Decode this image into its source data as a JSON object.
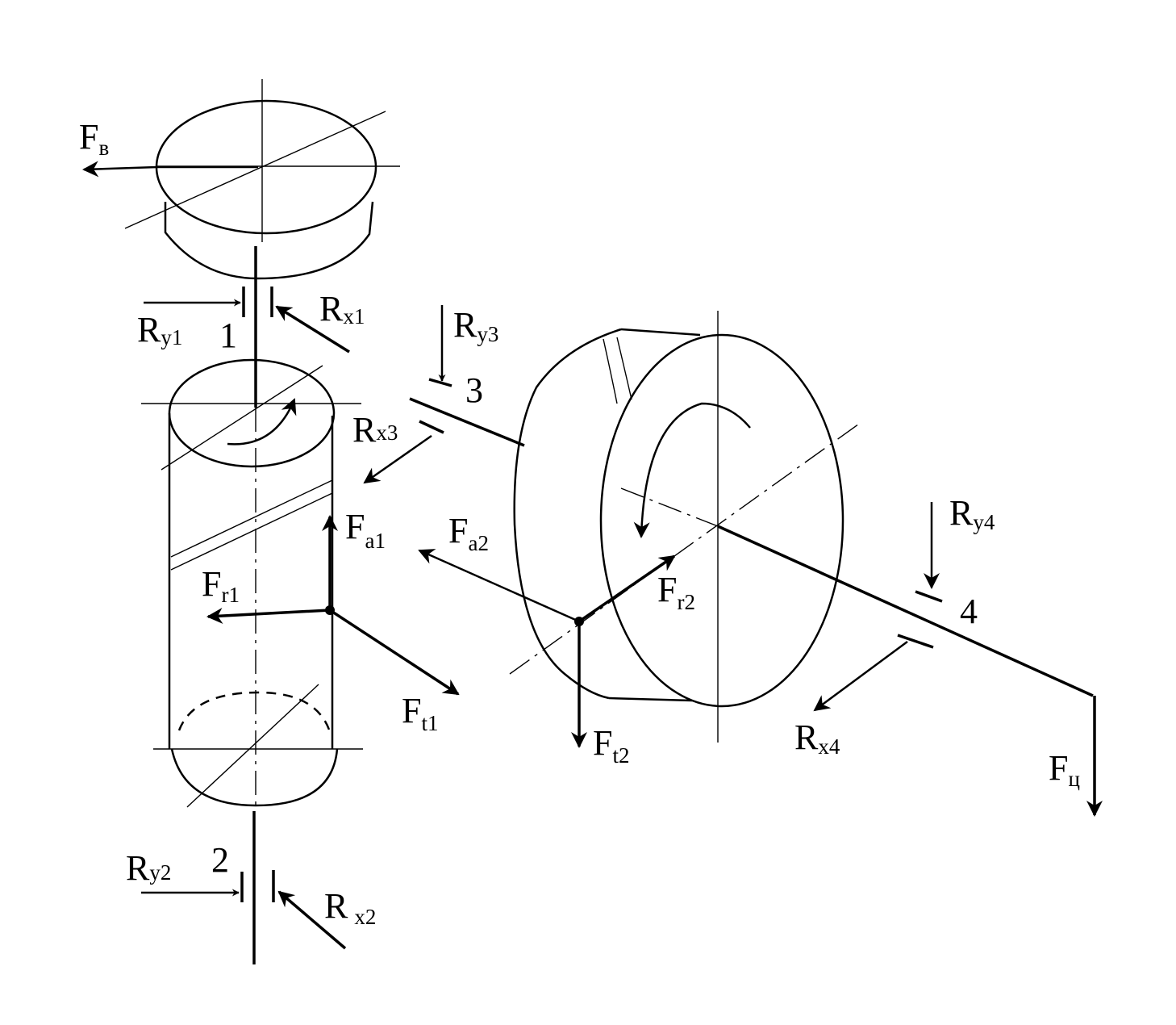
{
  "colors": {
    "ink": "#000000",
    "background": "#ffffff"
  },
  "labels": {
    "F_v": {
      "main": "F",
      "sub": "в"
    },
    "R_y1": {
      "main": "R",
      "sub": "y1"
    },
    "R_x1": {
      "main": "R",
      "sub": "x1"
    },
    "R_y2": {
      "main": "R",
      "sub": "y2"
    },
    "R_x2": {
      "main": "R",
      "sub": "x2"
    },
    "R_y3": {
      "main": "R",
      "sub": "y3"
    },
    "R_x3": {
      "main": "R",
      "sub": "x3"
    },
    "R_y4": {
      "main": "R",
      "sub": "y4"
    },
    "R_x4": {
      "main": "R",
      "sub": "x4"
    },
    "F_a1": {
      "main": "F",
      "sub": "a1"
    },
    "F_r1": {
      "main": "F",
      "sub": "r1"
    },
    "F_t1": {
      "main": "F",
      "sub": "t1"
    },
    "F_a2": {
      "main": "F",
      "sub": "a2"
    },
    "F_r2": {
      "main": "F",
      "sub": "r2"
    },
    "F_t2": {
      "main": "F",
      "sub": "t2"
    },
    "F_c": {
      "main": "F",
      "sub": "ц"
    }
  },
  "bearings": {
    "b1": "1",
    "b2": "2",
    "b3": "3",
    "b4": "4"
  }
}
